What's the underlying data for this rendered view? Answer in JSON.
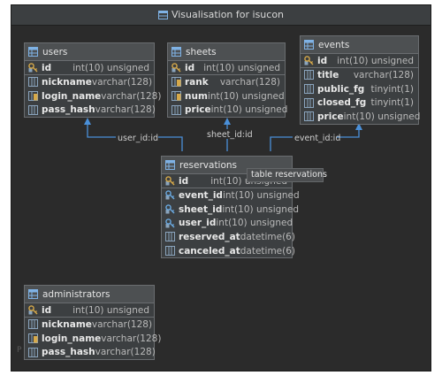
{
  "window": {
    "title": "Visualisation for isucon"
  },
  "colors": {
    "background": "#2b2b2b",
    "edge": "#4a90d9",
    "table_bg": "#3c3f41",
    "pk_key": "#d6a94a",
    "fk_key": "#6aa9e0"
  },
  "tables": {
    "users": {
      "name": "users",
      "columns": [
        {
          "name": "id",
          "type": "int(10) unsigned",
          "key": "pk"
        },
        {
          "name": "nickname",
          "type": "varchar(128)",
          "key": ""
        },
        {
          "name": "login_name",
          "type": "varchar(128)",
          "key": "index"
        },
        {
          "name": "pass_hash",
          "type": "varchar(128)",
          "key": ""
        }
      ]
    },
    "sheets": {
      "name": "sheets",
      "columns": [
        {
          "name": "id",
          "type": "int(10) unsigned",
          "key": "pk"
        },
        {
          "name": "rank",
          "type": "varchar(128)",
          "key": "index"
        },
        {
          "name": "num",
          "type": "int(10) unsigned",
          "key": "index"
        },
        {
          "name": "price",
          "type": "int(10) unsigned",
          "key": ""
        }
      ]
    },
    "events": {
      "name": "events",
      "columns": [
        {
          "name": "id",
          "type": "int(10) unsigned",
          "key": "pk"
        },
        {
          "name": "title",
          "type": "varchar(128)",
          "key": ""
        },
        {
          "name": "public_fg",
          "type": "tinyint(1)",
          "key": ""
        },
        {
          "name": "closed_fg",
          "type": "tinyint(1)",
          "key": ""
        },
        {
          "name": "price",
          "type": "int(10) unsigned",
          "key": ""
        }
      ]
    },
    "reservations": {
      "name": "reservations",
      "columns": [
        {
          "name": "id",
          "type": "int(10) unsigned",
          "key": "pk"
        },
        {
          "name": "event_id",
          "type": "int(10) unsigned",
          "key": "fk"
        },
        {
          "name": "sheet_id",
          "type": "int(10) unsigned",
          "key": "fk"
        },
        {
          "name": "user_id",
          "type": "int(10) unsigned",
          "key": "fk"
        },
        {
          "name": "reserved_at",
          "type": "datetime(6)",
          "key": ""
        },
        {
          "name": "canceled_at",
          "type": "datetime(6)",
          "key": ""
        }
      ]
    },
    "administrators": {
      "name": "administrators",
      "columns": [
        {
          "name": "id",
          "type": "int(10) unsigned",
          "key": "pk"
        },
        {
          "name": "nickname",
          "type": "varchar(128)",
          "key": ""
        },
        {
          "name": "login_name",
          "type": "varchar(128)",
          "key": "index"
        },
        {
          "name": "pass_hash",
          "type": "varchar(128)",
          "key": ""
        }
      ]
    }
  },
  "relations": [
    {
      "label": "user_id:id",
      "from": "reservations",
      "to": "users"
    },
    {
      "label": "sheet_id:id",
      "from": "reservations",
      "to": "sheets"
    },
    {
      "label": "event_id:id",
      "from": "reservations",
      "to": "events"
    }
  ],
  "tooltip": {
    "text": "table reservations"
  },
  "footer": {
    "faint_text": "P"
  }
}
